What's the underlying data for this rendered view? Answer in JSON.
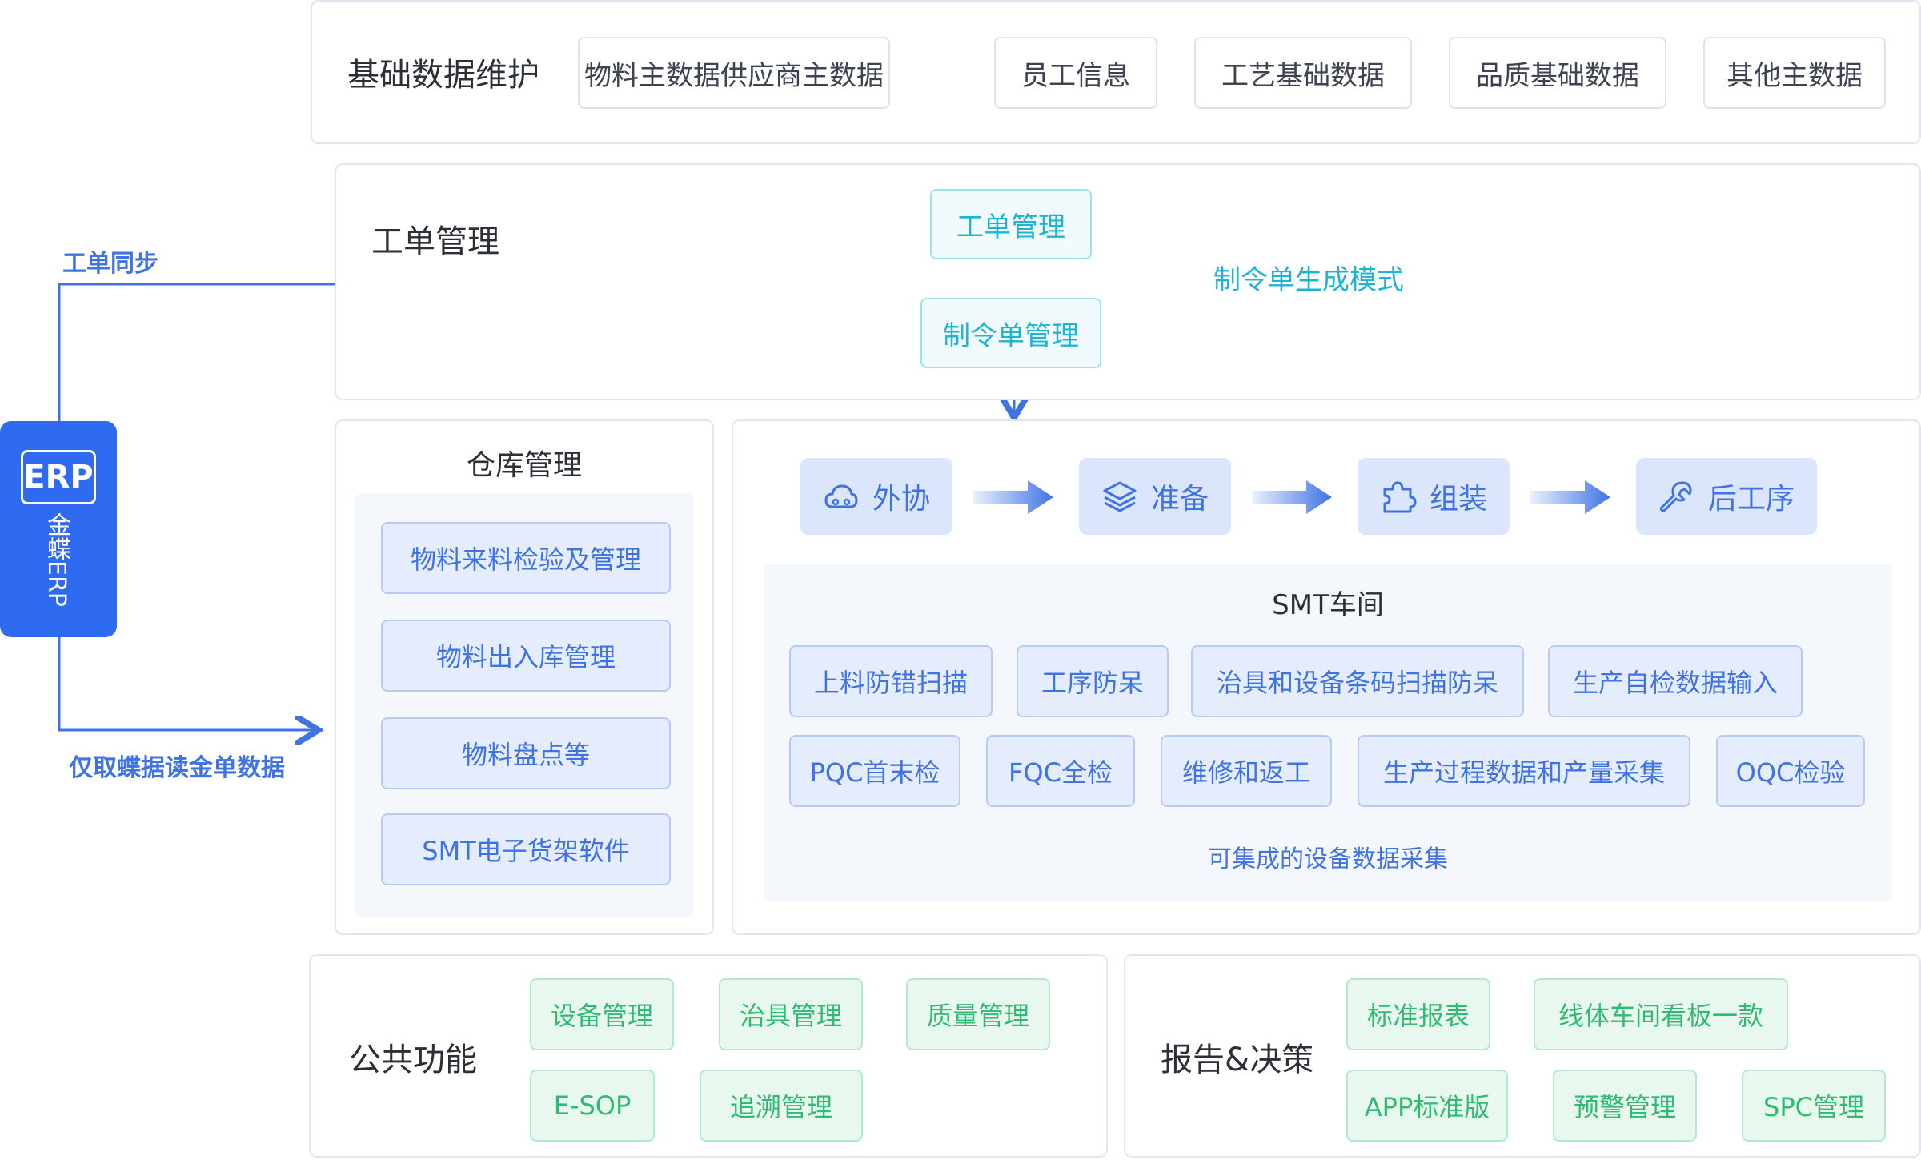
{
  "basic_data": {
    "title": "基础数据维护",
    "items": [
      "物料主数据供应商主数据",
      "员工信息",
      "工艺基础数据",
      "品质基础数据",
      "其他主数据"
    ]
  },
  "work_order": {
    "title": "工单管理",
    "node_work_order": "工单管理",
    "node_manufacture_order": "制令单管理",
    "mode_label": "制令单生成模式"
  },
  "erp": {
    "logo_text": "ERP",
    "name": "金蝶ERP",
    "sync_label": "工单同步",
    "read_label": "仅取蝶据读金单数据"
  },
  "warehouse": {
    "title": "仓库管理",
    "items": [
      "物料来料检验及管理",
      "物料出入库管理",
      "物料盘点等",
      "SMT电子货架软件"
    ]
  },
  "process": {
    "stages": [
      {
        "label": "外协",
        "icon": "cloud-icon"
      },
      {
        "label": "准备",
        "icon": "layers-icon"
      },
      {
        "label": "组装",
        "icon": "puzzle-icon"
      },
      {
        "label": "后工序",
        "icon": "wrench-icon"
      }
    ],
    "smt": {
      "title": "SMT车间",
      "row1": [
        "上料防错扫描",
        "工序防呆",
        "治具和设备条码扫描防呆",
        "生产自检数据输入"
      ],
      "row2": [
        "PQC首末检",
        "FQC全检",
        "维修和返工",
        "生产过程数据和产量采集",
        "OQC检验"
      ],
      "footer": "可集成的设备数据采集"
    }
  },
  "public_functions": {
    "title": "公共功能",
    "items": [
      "设备管理",
      "治具管理",
      "质量管理",
      "E-SOP",
      "追溯管理"
    ]
  },
  "reports": {
    "title": "报告&决策",
    "items": [
      "标准报表",
      "线体车间看板一款",
      "APP标准版",
      "预警管理",
      "SPC管理"
    ]
  },
  "colors": {
    "accent_blue": "#3f73e4",
    "cyan": "#1fb4d3",
    "green": "#2fbb72",
    "erp_blue": "#2f6bf0"
  }
}
